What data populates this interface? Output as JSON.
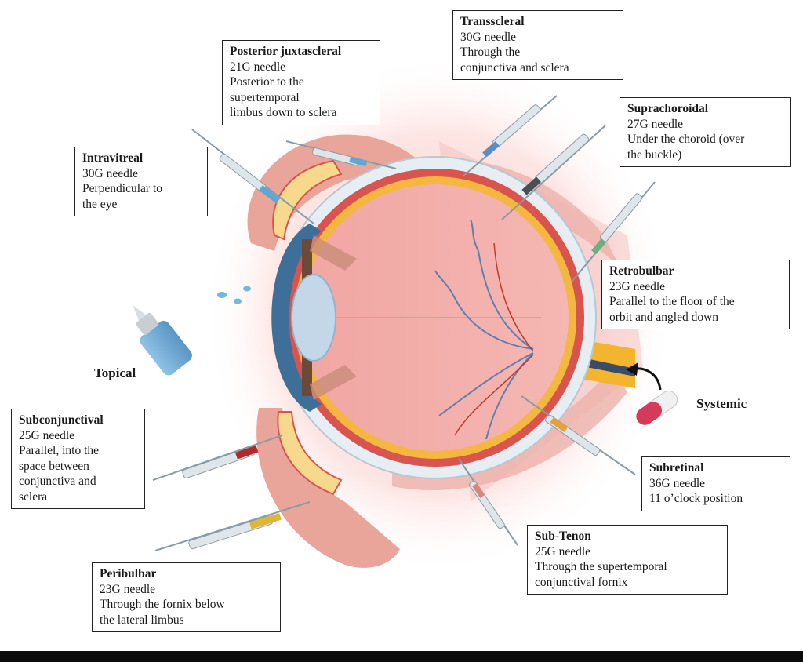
{
  "colors": {
    "sclera": "#e6eef3",
    "choroid": "#d9534f",
    "retina": "#f4b73f",
    "vitreous": "#f2a7a4",
    "cornea": "#3d6f99",
    "lens": "#c3d7e9",
    "muscle": "#e9a59a",
    "nerve": "#f3b52e",
    "vessel": "#5f7fb0"
  },
  "routes": {
    "posterior_juxtascleral": {
      "title": "Posterior juxtascleral",
      "lines": [
        "21G needle",
        "Posterior to the",
        "supertemporal",
        "limbus down to sclera"
      ]
    },
    "transscleral": {
      "title": "Transscleral",
      "lines": [
        "30G needle",
        "Through the",
        "conjunctiva and sclera"
      ]
    },
    "suprachoroidal": {
      "title": "Suprachoroidal",
      "lines": [
        "27G needle",
        "Under the choroid (over",
        "the buckle)"
      ]
    },
    "intravitreal": {
      "title": "Intravitreal",
      "lines": [
        "30G needle",
        "Perpendicular to",
        "the eye"
      ]
    },
    "retrobulbar": {
      "title": "Retrobulbar",
      "lines": [
        "23G needle",
        "Parallel to the floor of the",
        "orbit and angled down"
      ]
    },
    "subconjunctival": {
      "title": "Subconjunctival",
      "lines": [
        "25G needle",
        "Parallel, into the",
        "space between",
        "conjunctiva and",
        "sclera"
      ]
    },
    "subretinal": {
      "title": "Subretinal",
      "lines": [
        "36G needle",
        "11 o’clock position"
      ]
    },
    "sub_tenon": {
      "title": "Sub-Tenon",
      "lines": [
        "25G needle",
        "Through the supertemporal",
        "conjunctival fornix"
      ]
    },
    "peribulbar": {
      "title": "Peribulbar",
      "lines": [
        "23G needle",
        "Through the fornix below",
        "the lateral limbus"
      ]
    }
  },
  "labels": {
    "topical": "Topical",
    "systemic": "Systemic"
  },
  "icons": {
    "eye_drop": "eye-drop-bottle-icon",
    "pill": "pill-capsule-icon",
    "syringe": "syringe-icon"
  }
}
